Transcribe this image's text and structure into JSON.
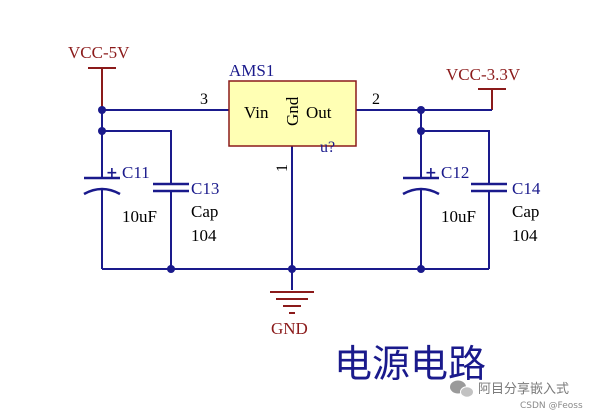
{
  "labels": {
    "vcc5": "VCC-5V",
    "vcc33": "VCC-3.3V",
    "gnd": "GND",
    "ref": "AMS1",
    "vin": "Vin",
    "gnd_pin": "Gnd",
    "out": "Out",
    "part": "u?",
    "pin3": "3",
    "pin2": "2",
    "pin1": "1",
    "c11_name": "C11",
    "c11_value": "10uF",
    "c13_name": "C13",
    "c13_type": "Cap",
    "c13_value": "104",
    "c12_name": "C12",
    "c12_value": "10uF",
    "c14_name": "C14",
    "c14_type": "Cap",
    "c14_value": "104",
    "plus1": "+",
    "plus2": "+",
    "caption": "电源电路",
    "watermark": "阿目分享嵌入式",
    "credit": "CSDN @Feoss"
  },
  "colors": {
    "wire": "#1a1a8c",
    "power_label": "#8b1a1a",
    "ic_fill": "#ffffb4",
    "ic_border": "#8b1a1a",
    "text": "#1a1a8c",
    "caption": "#1a1a8c",
    "background": "#ffffff"
  },
  "icons": {
    "watermark_logo": "wechat-icon"
  }
}
